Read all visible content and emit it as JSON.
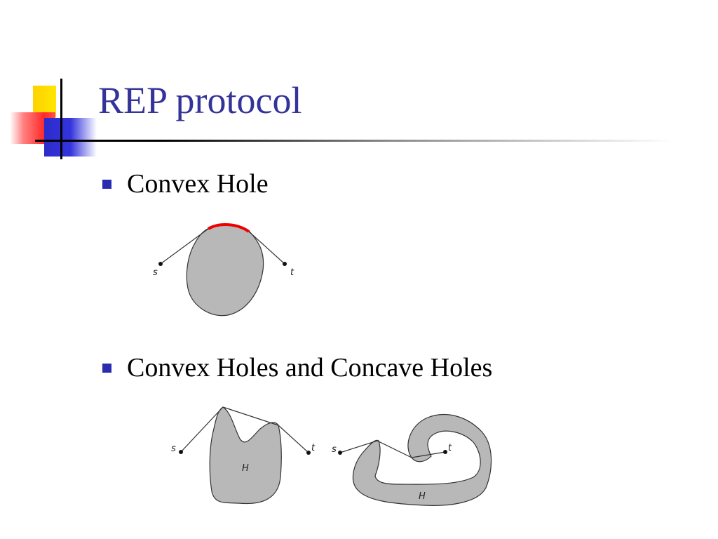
{
  "slide": {
    "title": "REP protocol",
    "accent_colors": {
      "title": "#333399",
      "bullet": "#2b2bb0",
      "logo_yellow": "#ffd200",
      "logo_red": "#ff2a2a",
      "logo_blue": "#2c2ccc",
      "hull_highlight": "#ee0000",
      "hole_fill": "#b8b8b8"
    },
    "bullets": [
      {
        "text": "Convex Hole"
      },
      {
        "text": "Convex Holes and Concave Holes"
      }
    ]
  },
  "figures": {
    "convex": {
      "source_label": "s",
      "target_label": "t"
    },
    "concave_left": {
      "source_label": "s",
      "target_label": "t",
      "hole_label": "H"
    },
    "concave_right": {
      "source_label": "s",
      "target_label": "t",
      "hole_label": "H"
    }
  }
}
